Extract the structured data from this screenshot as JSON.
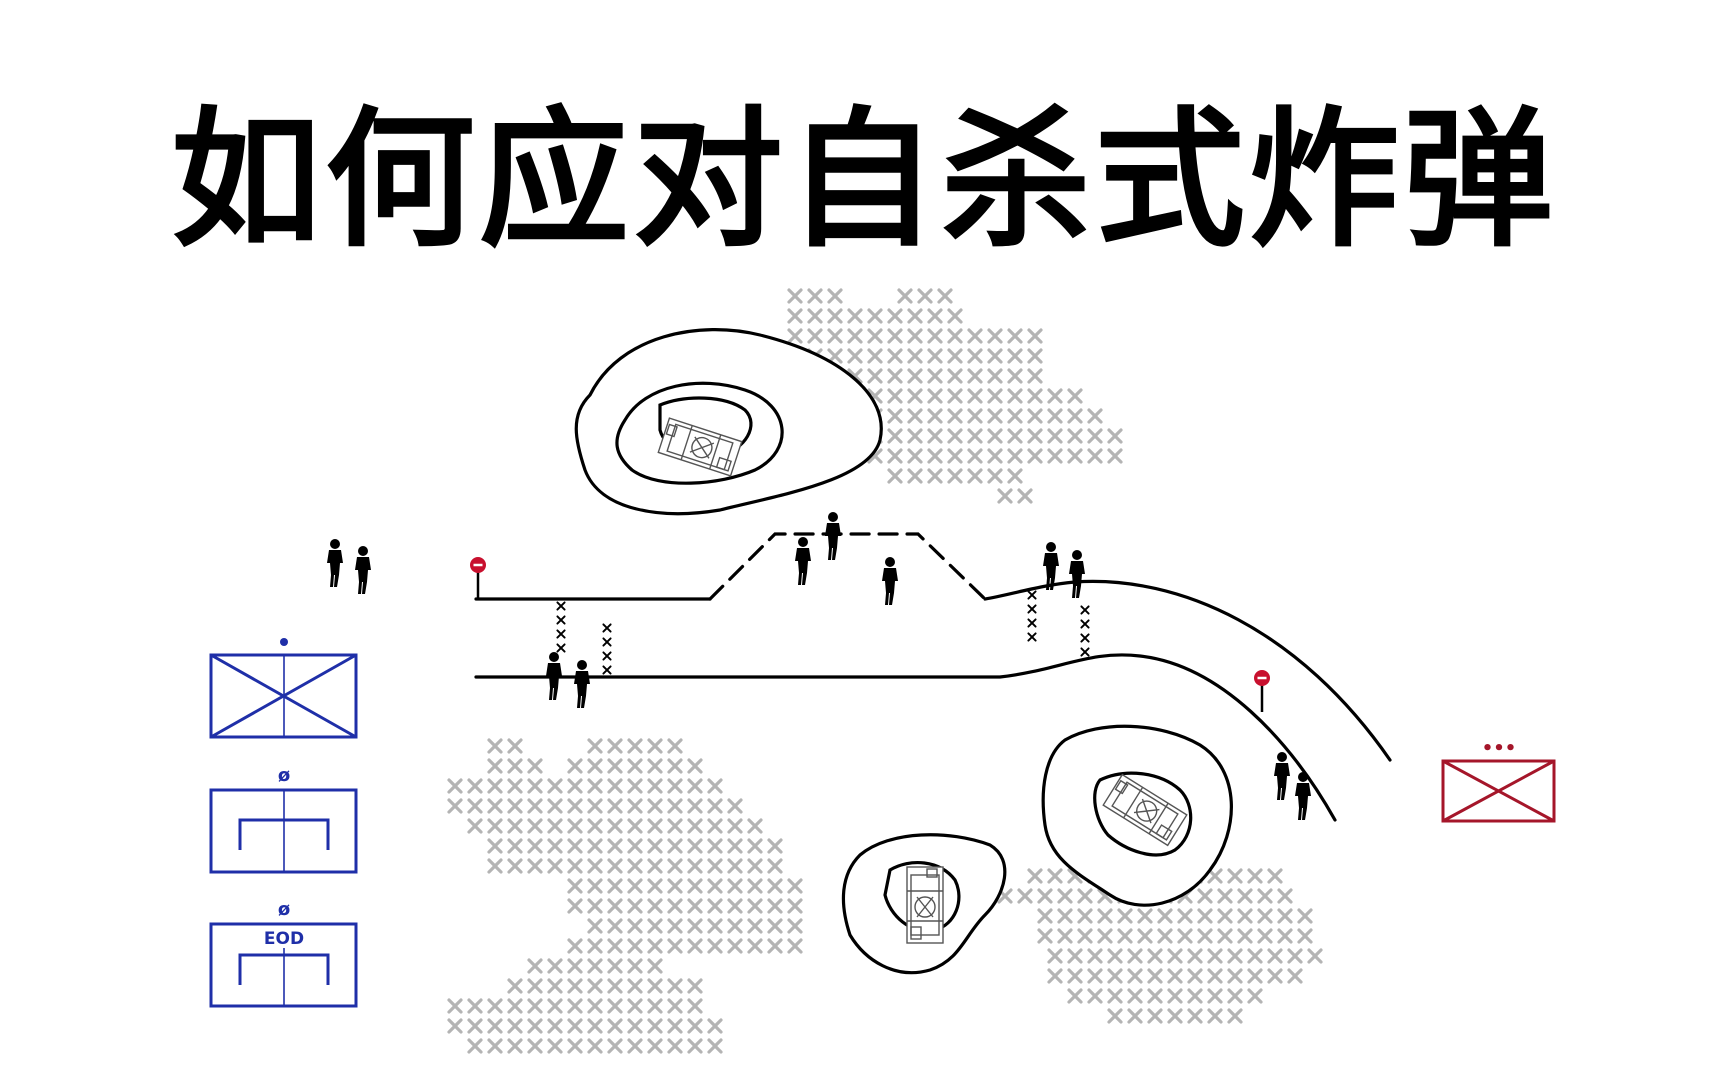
{
  "title": "如何应对自杀式炸弹",
  "colors": {
    "ink": "#000000",
    "minefield": "#b4b4b4",
    "friendly": "#1f2fa8",
    "hostile": "#a5162a",
    "stop_sign": "#c8102e"
  },
  "legend": {
    "unit_symbols": [
      {
        "icon": "infantry-unit-symbol",
        "marker": "•"
      },
      {
        "icon": "engineer-unit-symbol",
        "marker": "ø"
      },
      {
        "icon": "eod-engineer-unit-symbol",
        "marker": "ø",
        "label": "EOD"
      }
    ]
  },
  "enemy_symbol": {
    "icon": "hostile-infantry-symbol",
    "marker": "•••"
  },
  "map_icons": [
    "stop-sign-icon",
    "soldier-icon",
    "armored-vehicle-icon",
    "obstacle-wire-icon",
    "minefield-icon"
  ]
}
